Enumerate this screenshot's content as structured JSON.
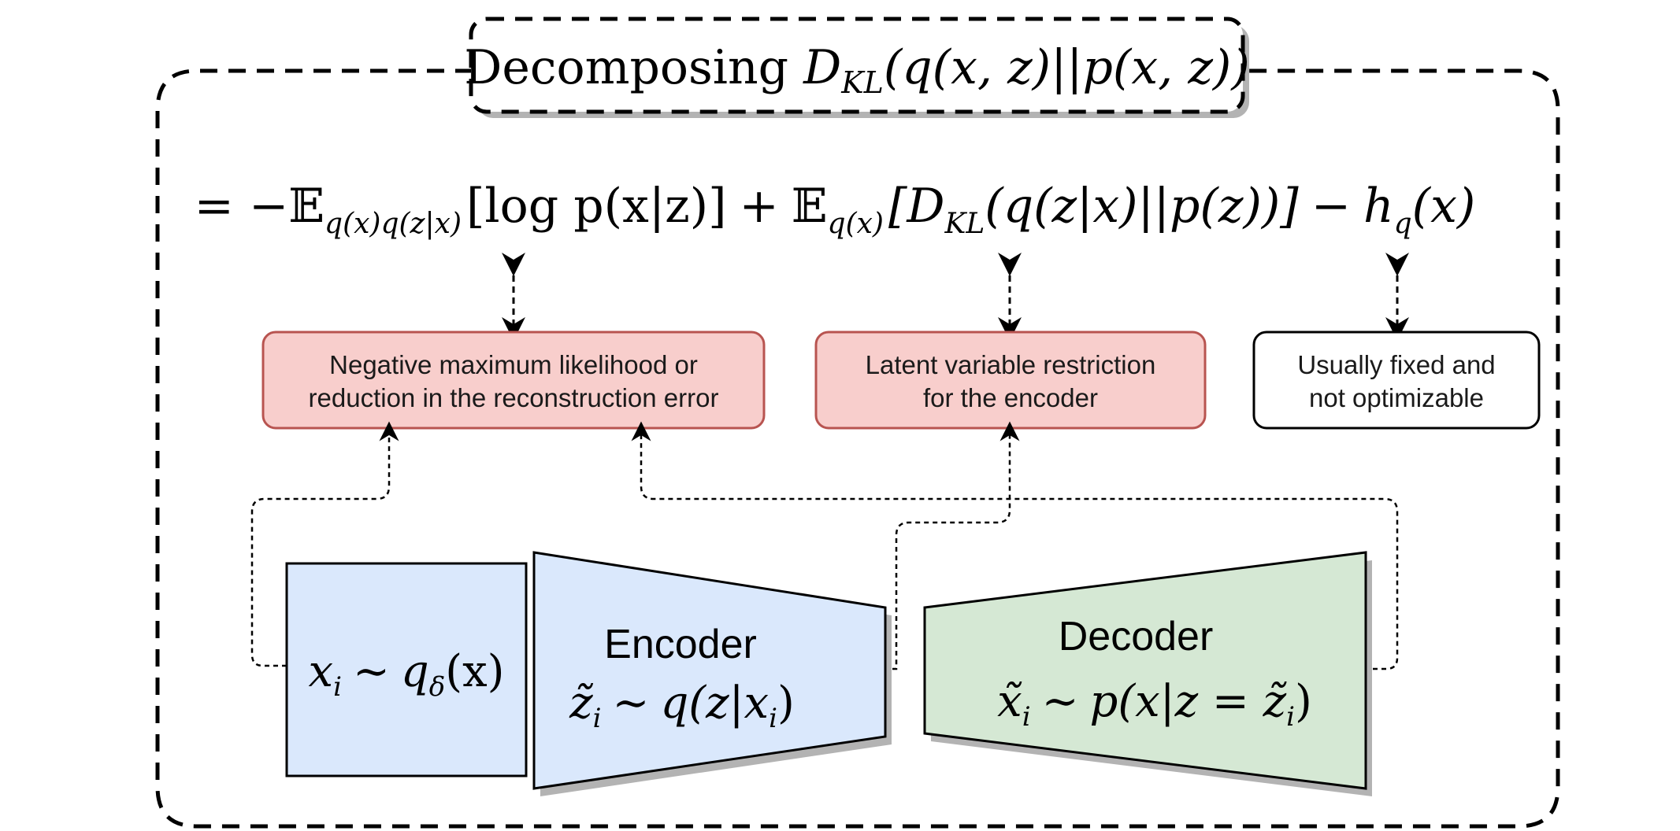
{
  "title": {
    "prefix": "Decomposing ",
    "formula_main": "D",
    "formula_sub": "KL",
    "formula_rest": "(q(x, z)||p(x, z))"
  },
  "equation": {
    "eq_sign": "= −",
    "term1_E": "𝔼",
    "term1_sub": "q(x)q(z|x)",
    "term1_body": "[log p(x|z)]",
    "plus": "+",
    "term2_E": "𝔼",
    "term2_sub": "q(x)",
    "term2_open": "[D",
    "term2_kl": "KL",
    "term2_body": "(q(z|x)||p(z))]",
    "minus": "−",
    "term3_h": "h",
    "term3_sub": "q",
    "term3_body": "(x)"
  },
  "boxes": {
    "reconstruction": {
      "line1": "Negative maximum likelihood or",
      "line2": "reduction in the reconstruction error"
    },
    "latent": {
      "line1": "Latent variable restriction",
      "line2": "for the encoder"
    },
    "fixed": {
      "line1": "Usually fixed and",
      "line2": "not optimizable"
    }
  },
  "input": {
    "var": "x",
    "var_sub": "i",
    "sim": "∼",
    "dist": "q",
    "dist_sub": "δ",
    "dist_body": "(x)"
  },
  "encoder": {
    "label": "Encoder",
    "var": "z̃",
    "var_sub": "i",
    "sim": "∼",
    "body": "q(z|x",
    "body_sub": "i",
    "close": ")"
  },
  "decoder": {
    "label": "Decoder",
    "var": "x̃",
    "var_sub": "i",
    "sim": "∼",
    "body": "p(x|z = z̃",
    "body_sub": "i",
    "close": ")"
  },
  "colors": {
    "red_fill": "#f8cecc",
    "red_stroke": "#b85450",
    "blue_fill": "#dae8fc",
    "green_fill": "#d5e8d4",
    "stroke": "#000000",
    "shadow": "#b3b3b3"
  }
}
